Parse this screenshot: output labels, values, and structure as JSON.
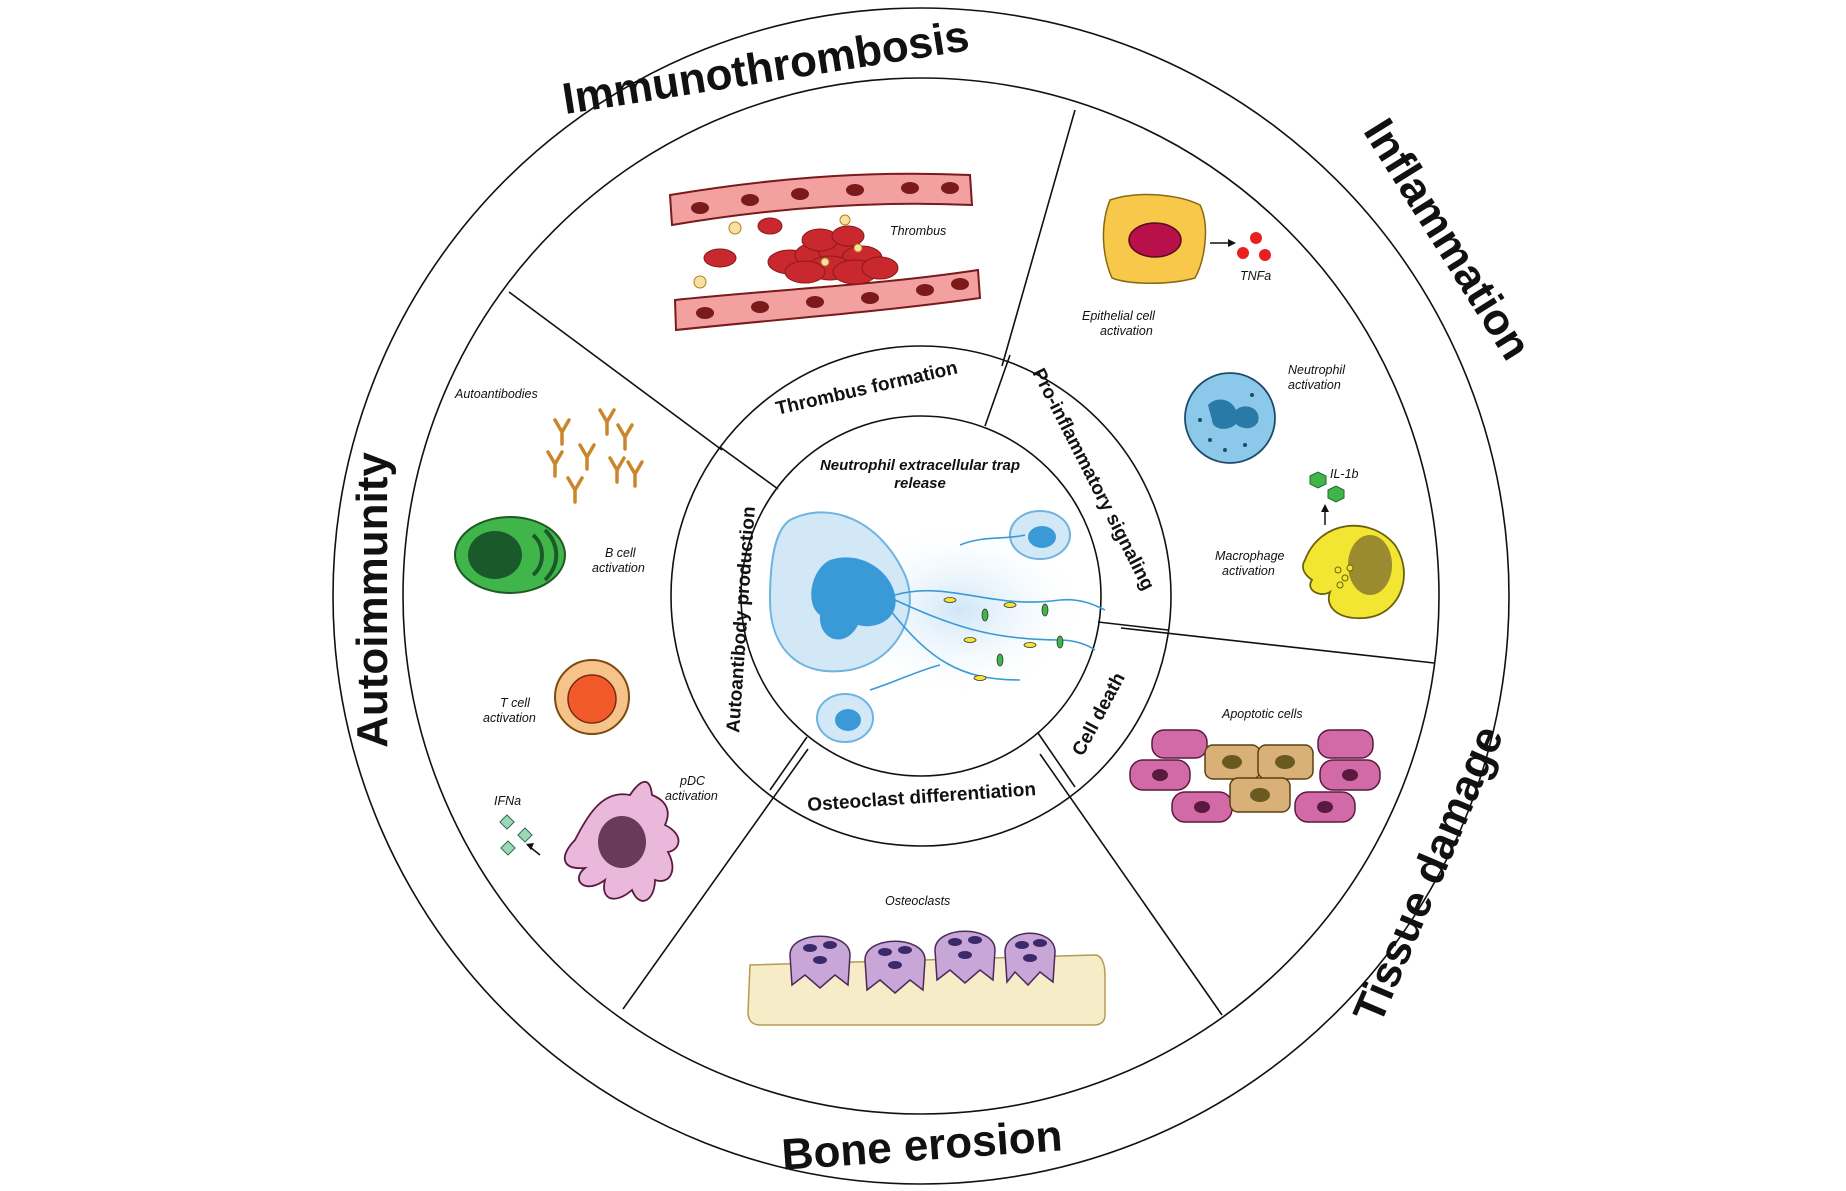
{
  "outer_sections": {
    "immunothrombosis": "Immunothrombosis",
    "inflammation": "Inflammation",
    "tissue_damage": "Tissue damage",
    "bone_erosion": "Bone erosion",
    "autoimmunity": "Autoimmunity"
  },
  "inner_ring": {
    "thrombus_formation": "Thrombus formation",
    "pro_inflammatory": "Pro-inflammatory signaling",
    "cell_death": "Cell death",
    "osteoclast_differentiation": "Osteoclast differentiation",
    "autoantibody_production": "Autoantibody production"
  },
  "center": {
    "title_line1": "Neutrophil extracellular trap",
    "title_line2": "release"
  },
  "labels": {
    "thrombus": "Thrombus",
    "tnfa": "TNFa",
    "epithelial_line1": "Epithelial cell",
    "epithelial_line2": "activation",
    "neutrophil_line1": "Neutrophil",
    "neutrophil_line2": "activation",
    "il1b": "IL-1b",
    "macrophage_line1": "Macrophage",
    "macrophage_line2": "activation",
    "apoptotic": "Apoptotic cells",
    "osteoclasts": "Osteoclasts",
    "autoantibodies": "Autoantibodies",
    "bcell_line1": "B cell",
    "bcell_line2": "activation",
    "tcell_line1": "T cell",
    "tcell_line2": "activation",
    "pdc_line1": "pDC",
    "pdc_line2": "activation",
    "ifna": "IFNa"
  },
  "colors": {
    "rbc": "#c8282e",
    "vessel": "#f2a0a0",
    "epithelial": "#f8c84a",
    "neutrophil": "#8cc8ea",
    "macrophage": "#f2e632",
    "bcell": "#3fb54a",
    "tcell": "#f6c48a",
    "pdc": "#eab8da",
    "osteoclast": "#c9a6d8",
    "bone": "#f6ecc8",
    "net": "#3a9ad8"
  }
}
